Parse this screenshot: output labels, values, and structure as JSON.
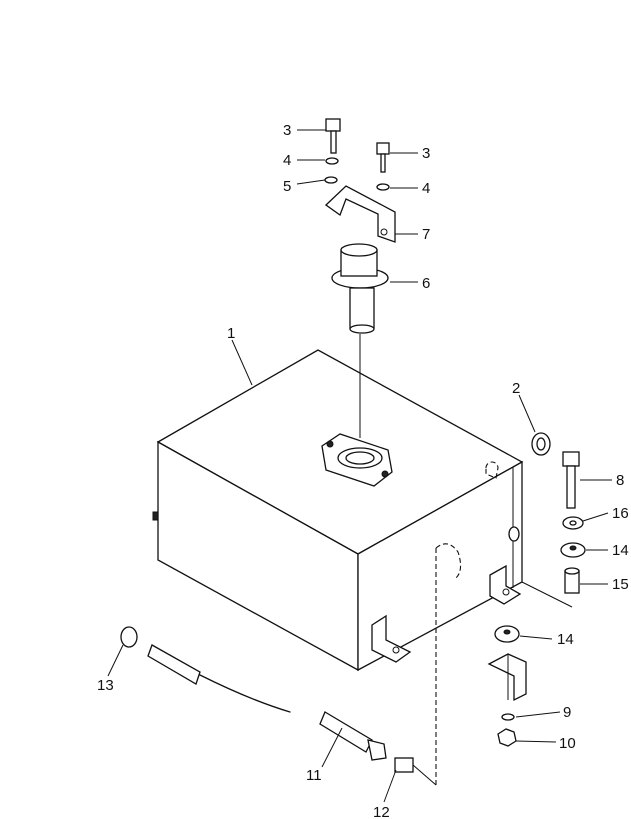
{
  "callouts": {
    "c1": "1",
    "c2": "2",
    "c3a": "3",
    "c3b": "3",
    "c4a": "4",
    "c4b": "4",
    "c5": "5",
    "c6": "6",
    "c7": "7",
    "c8": "8",
    "c9": "9",
    "c10": "10",
    "c11": "11",
    "c12": "12",
    "c13": "13",
    "c14a": "14",
    "c14b": "14",
    "c15": "15",
    "c16": "16"
  }
}
